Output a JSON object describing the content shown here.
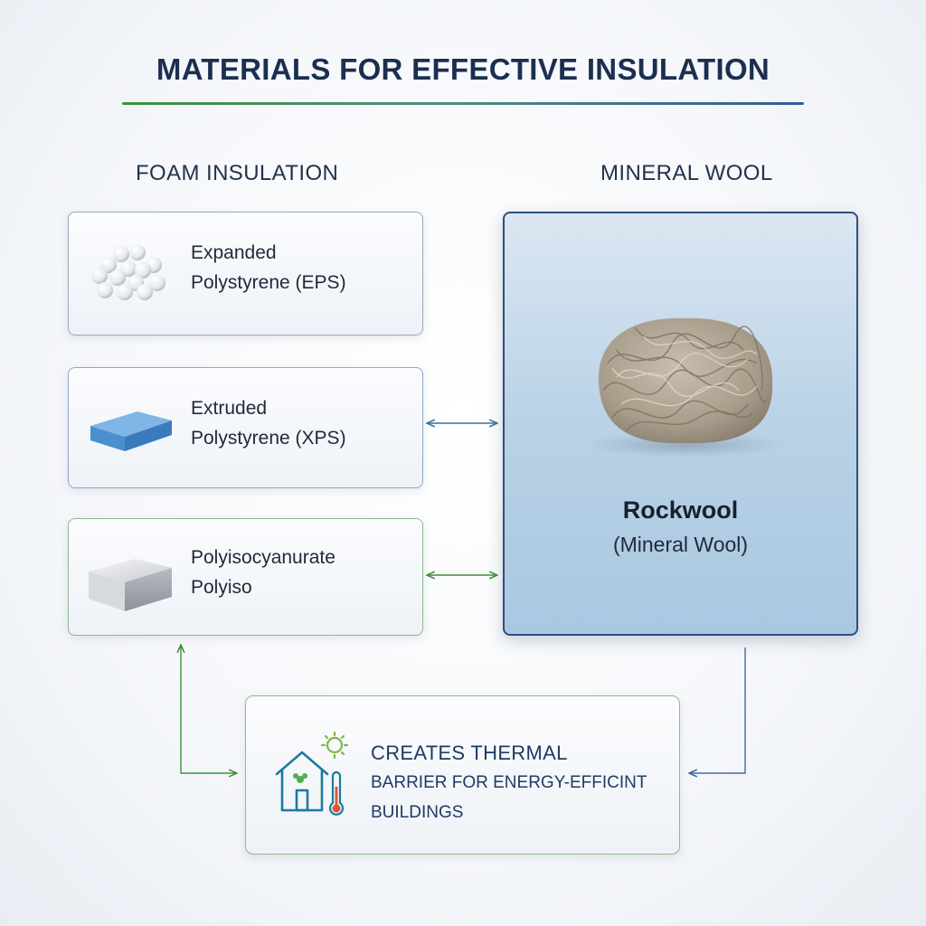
{
  "title": "MATERIALS FOR EFFECTIVE INSULATION",
  "foam": {
    "heading": "FOAM INSULATION",
    "items": [
      {
        "line1": "Expanded",
        "line2": "Polystyrene (EPS)",
        "icon": "foam-beads-icon"
      },
      {
        "line1": "Extruded",
        "line2": "Polystyrene (XPS)",
        "icon": "blue-board-icon"
      },
      {
        "line1": "Polyisocyanurate",
        "line2": "Polyiso",
        "icon": "foil-board-icon"
      }
    ]
  },
  "wool": {
    "heading": "MINERAL WOOL",
    "name": "Rockwool",
    "subtitle": "(Mineral Wool)",
    "icon": "rockwool-fibers-icon"
  },
  "result": {
    "line1": "CREATES THERMAL",
    "line2": "BARRIER FOR ENERGY-EFFICINT",
    "line3": "BUILDINGS",
    "icon": "eco-house-thermometer-icon"
  },
  "colors": {
    "title": "#1b2f4f",
    "green_accent": "#3f8f3a",
    "blue_accent": "#2e5f93",
    "wool_card_fill": "#b9d2e6"
  }
}
